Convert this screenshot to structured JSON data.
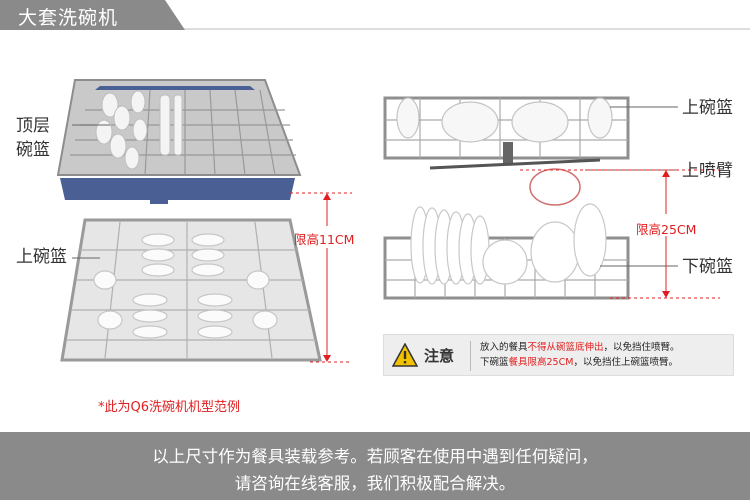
{
  "header": {
    "title": "大套洗碗机"
  },
  "labels": {
    "top_basket_line1": "顶层",
    "top_basket_line2": "碗篮",
    "upper_basket_left": "上碗篮",
    "upper_basket_right": "上碗篮",
    "upper_spray_arm": "上喷臂",
    "lower_basket": "下碗篮"
  },
  "dimensions": {
    "left_height_limit": "限高11CM",
    "right_height_limit": "限高25CM"
  },
  "model_note": "*此为Q6洗碗机机型范例",
  "notice": {
    "title": "注意",
    "line1_a": "放入的餐具",
    "line1_b": "不得从碗篮底伸出",
    "line1_c": "，以免挡住喷臂。",
    "line2_a": "下碗篮",
    "line2_b": "餐具限高25CM",
    "line2_c": "，以免挡住上碗篮喷臂。"
  },
  "footer": {
    "line1": "以上尺寸作为餐具装载参考。若顾客在使用中遇到任何疑问，",
    "line2": "请咨询在线客服，我们积极配合解决。"
  },
  "colors": {
    "accent_red": "#e02020",
    "header_gray": "#8a8a8a",
    "frame_blue": "#4a5f94"
  }
}
